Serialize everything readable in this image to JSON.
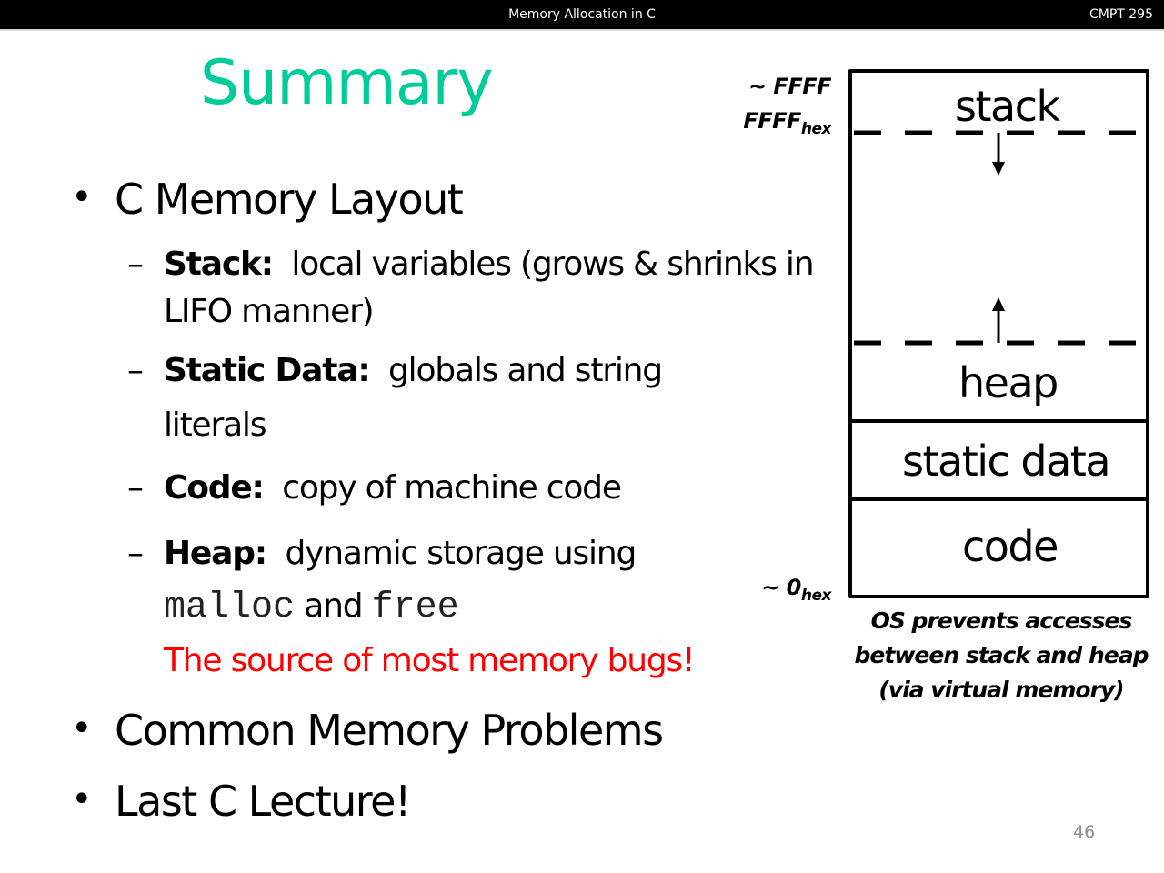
{
  "header": {
    "title": "Memory Allocation in C",
    "course": "CMPT 295"
  },
  "slide": {
    "title": "Summary",
    "title_color": "#00cc99",
    "bullets": [
      {
        "text": "C Memory Layout",
        "sub": [
          {
            "term": "Stack:",
            "desc_line1": "local variables (grows & shrinks in",
            "desc_line2": "LIFO manner)"
          },
          {
            "term": "Static Data:",
            "desc_line1": "globals and string",
            "desc_line2": "literals"
          },
          {
            "term": "Code:",
            "desc_line1": "copy of machine code"
          },
          {
            "term": "Heap:",
            "desc_line1": "dynamic storage using",
            "code1": "malloc",
            "and": "and",
            "code2": "free",
            "warning": "The source of most memory bugs!"
          }
        ]
      },
      {
        "text": "Common Memory Problems"
      },
      {
        "text": "Last C Lecture!"
      }
    ],
    "bullet_glyph": "•",
    "dash_glyph": "–",
    "warning_color": "#ff0000",
    "page_number": "46"
  },
  "diagram": {
    "top_address_line1": "~ FFFF",
    "top_address_line2": "FFFF",
    "top_address_sub": "hex",
    "bottom_address": "~ 0",
    "bottom_address_sub": "hex",
    "segments": [
      "stack",
      "heap",
      "static data",
      "code"
    ],
    "note": [
      "OS prevents accesses",
      "between stack and heap",
      "(via virtual memory)"
    ]
  }
}
